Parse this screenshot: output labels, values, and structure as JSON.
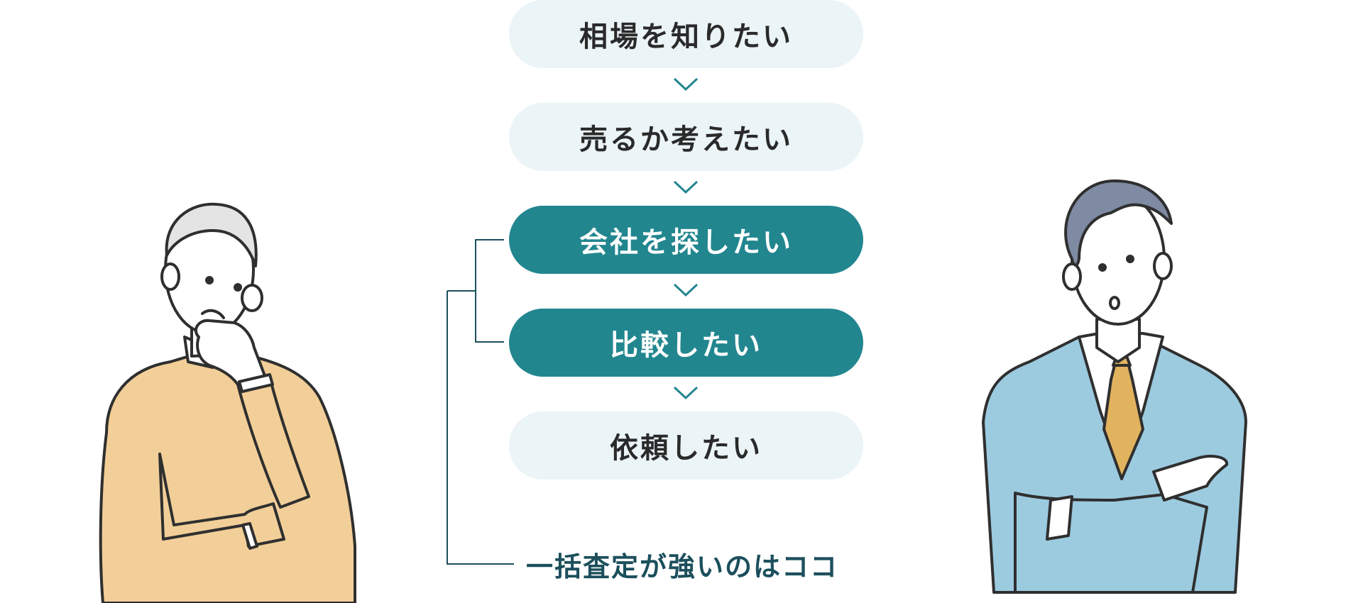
{
  "flow": {
    "steps": [
      {
        "label": "相場を知りたい",
        "highlight": false
      },
      {
        "label": "売るか考えたい",
        "highlight": false
      },
      {
        "label": "会社を探したい",
        "highlight": true
      },
      {
        "label": "比較したい",
        "highlight": true
      },
      {
        "label": "依頼したい",
        "highlight": false
      }
    ],
    "callout": "一括査定が強いのはココ"
  },
  "colors": {
    "accent": "#22868f",
    "light_box": "#ebf4f7",
    "line": "#1c4f5c",
    "left_sweater": "#f2cf98",
    "right_suit": "#9ccbe0",
    "right_hair": "#7f8aa3",
    "tie": "#e2b35e",
    "outline": "#2f2f2f"
  },
  "icons": {
    "left_person": "thinking-man-icon",
    "right_person": "businessman-arms-crossed-icon",
    "arrow": "chevron-down-icon"
  }
}
